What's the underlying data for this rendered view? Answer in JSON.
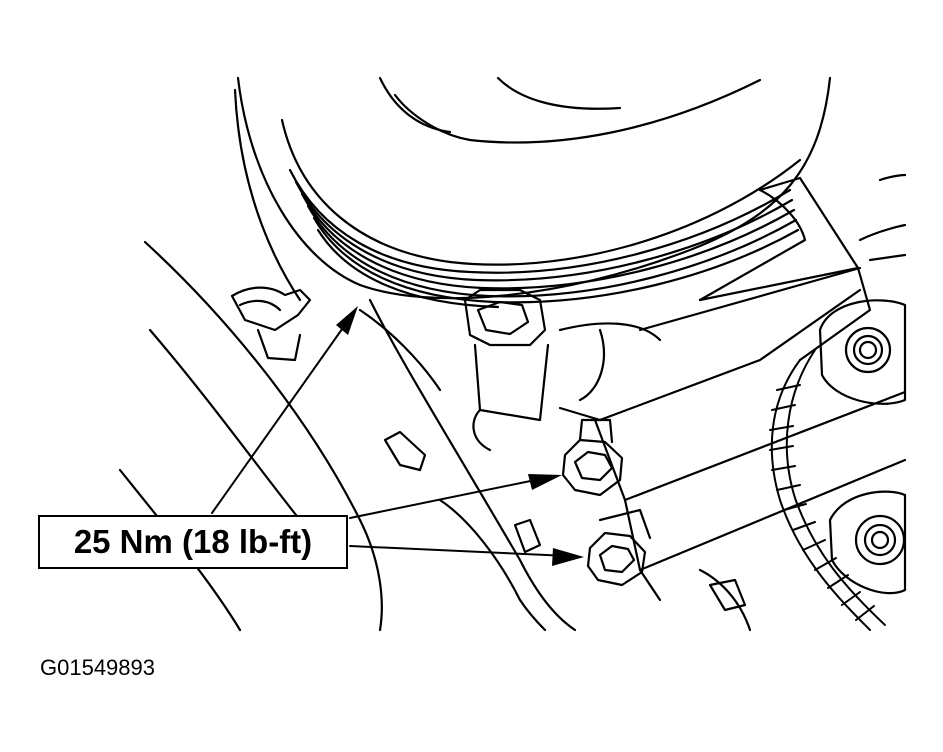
{
  "diagram": {
    "callout_label": "25 Nm (18 lb-ft)",
    "figure_id": "G01549893",
    "line_color": "#000000",
    "background_color": "#ffffff",
    "parts": [
      "pulley",
      "bracket",
      "bolt-head",
      "nut-upper",
      "nut-lower",
      "clip",
      "wire-harness",
      "mounting-hole-upper",
      "mounting-hole-lower"
    ]
  }
}
